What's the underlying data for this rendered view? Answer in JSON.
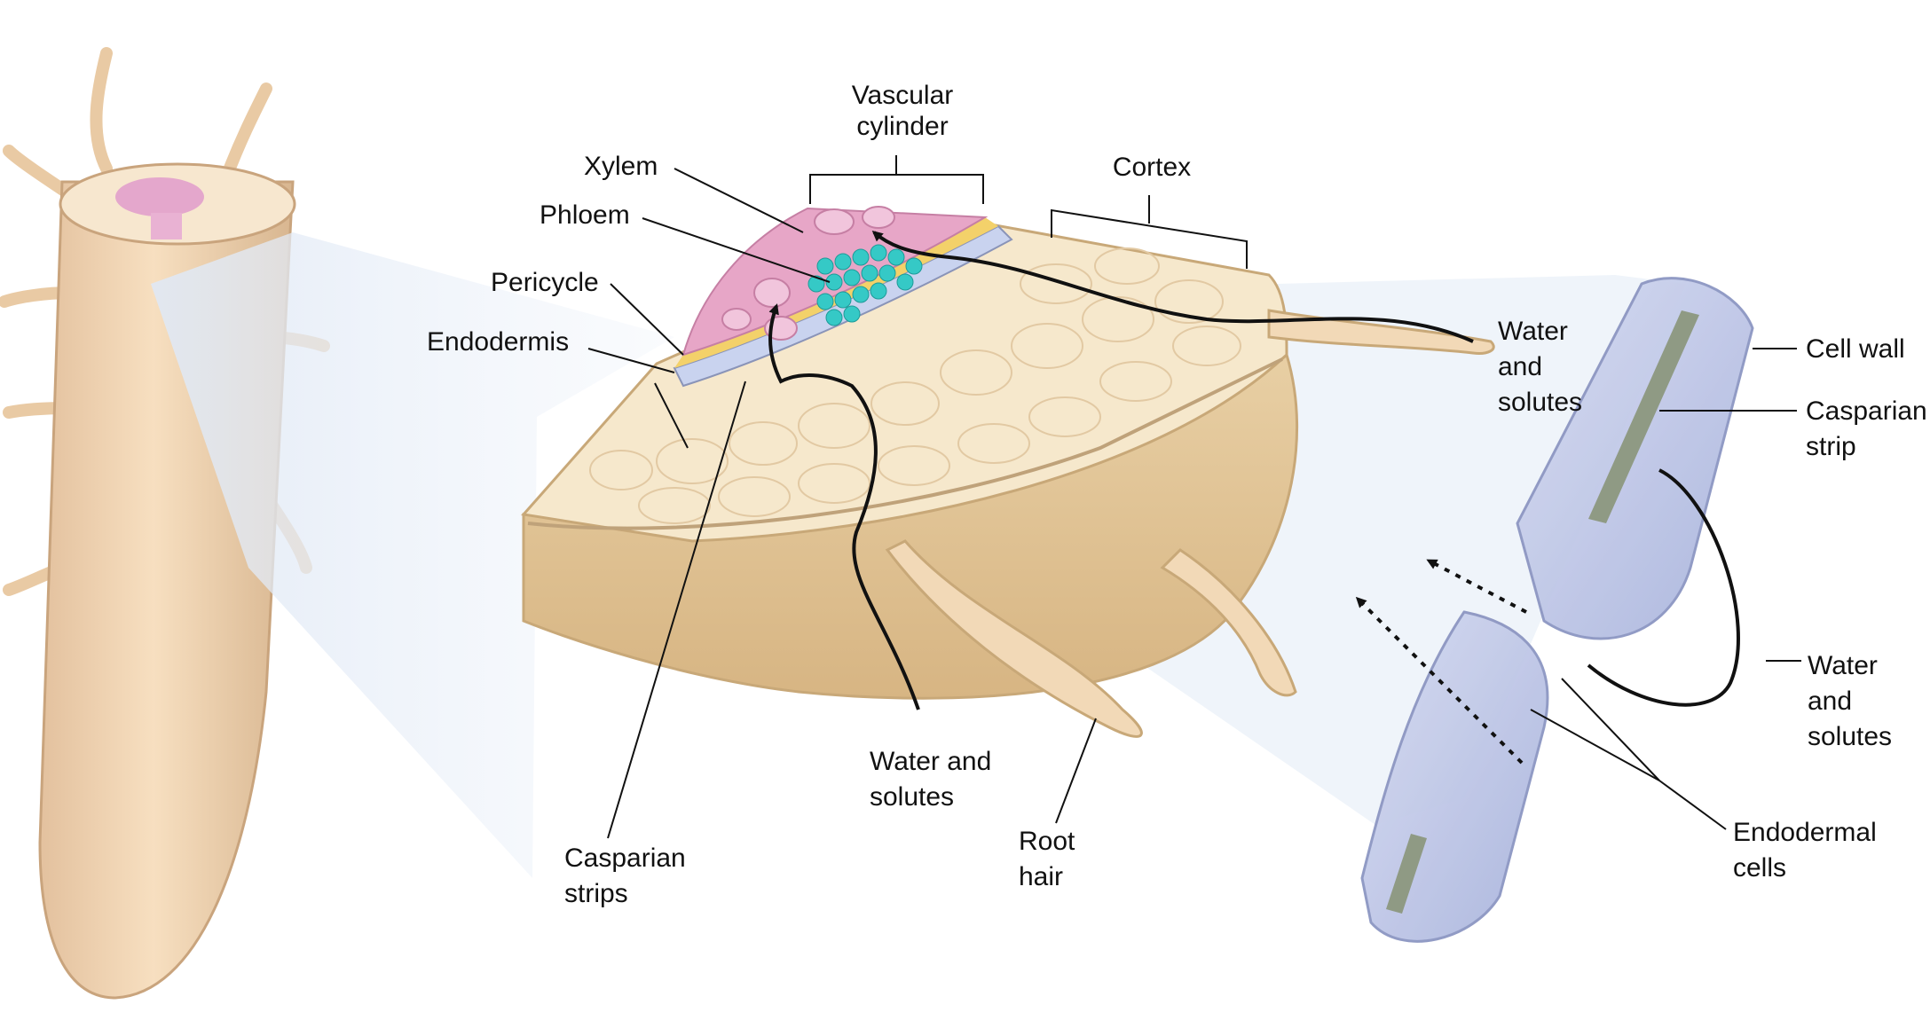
{
  "labels": {
    "vascular_cylinder": [
      "Vascular",
      "cylinder"
    ],
    "cortex": "Cortex",
    "xylem": "Xylem",
    "phloem": "Phloem",
    "pericycle": "Pericycle",
    "endodermis": "Endodermis",
    "water_top": [
      "Water",
      "and",
      "solutes"
    ],
    "water_bottom": [
      "Water and",
      "solutes"
    ],
    "casparian_strips": [
      "Casparian",
      "strips"
    ],
    "root_hair": [
      "Root",
      "hair"
    ],
    "cell_wall": "Cell wall",
    "casparian_strip": [
      "Casparian",
      "strip"
    ],
    "water_right": [
      "Water",
      "and",
      "solutes"
    ],
    "endodermal_cells": [
      "Endodermal",
      "cells"
    ]
  },
  "colors": {
    "root_tan": "#f3d8b4",
    "root_shadow": "#dbb892",
    "cortex_fill": "#f6e8cc",
    "xylem_pink": "#e7a6c7",
    "phloem_cyan": "#35c9c6",
    "pericycle_yellow": "#f3d16a",
    "endodermis_lavender": "#c9d3ef",
    "cell_lavender": "#b6c1e8",
    "casparian_gray": "#8f9a84",
    "arrow_black": "#111111"
  }
}
